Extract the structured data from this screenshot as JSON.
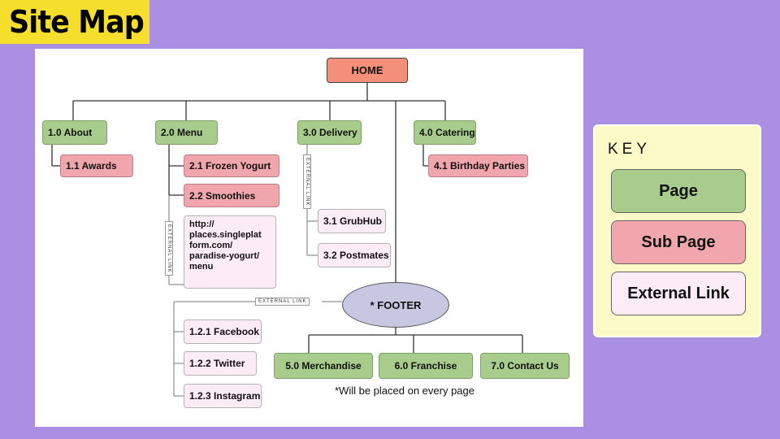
{
  "title": "Site Map",
  "nodes": {
    "home": "HOME",
    "about": "1.0 About",
    "awards": "1.1 Awards",
    "menu": "2.0 Menu",
    "frozen_yogurt": "2.1 Frozen Yogurt",
    "smoothies": "2.2 Smoothies",
    "menu_link_lines": [
      "http://",
      "places.singleplat",
      "form.com/",
      "paradise-yogurt/",
      "menu"
    ],
    "delivery": "3.0 Delivery",
    "grubhub": "3.1 GrubHub",
    "postmates": "3.2 Postmates",
    "catering": "4.0 Catering",
    "birthday_parties": "4.1 Birthday Parties",
    "footer": "* FOOTER",
    "facebook": "1.2.1 Facebook",
    "twitter": "1.2.2 Twitter",
    "instagram": "1.2.3 Instagram",
    "merchandise": "5.0 Merchandise",
    "franchise": "6.0 Franchise",
    "contact": "7.0 Contact Us"
  },
  "external_link_label": "EXTERNAL LINK",
  "note": "*Will be placed on every page",
  "key": {
    "title": "KEY",
    "page": "Page",
    "sub_page": "Sub Page",
    "external_link": "External Link"
  },
  "colors": {
    "page": "#a8cc8b",
    "sub_page": "#f1a5ad",
    "external_link": "#fcecf6",
    "home": "#f4907a",
    "footer": "#c8c7e2",
    "background": "#ab8fe3",
    "title_highlight": "#f6df2c"
  }
}
